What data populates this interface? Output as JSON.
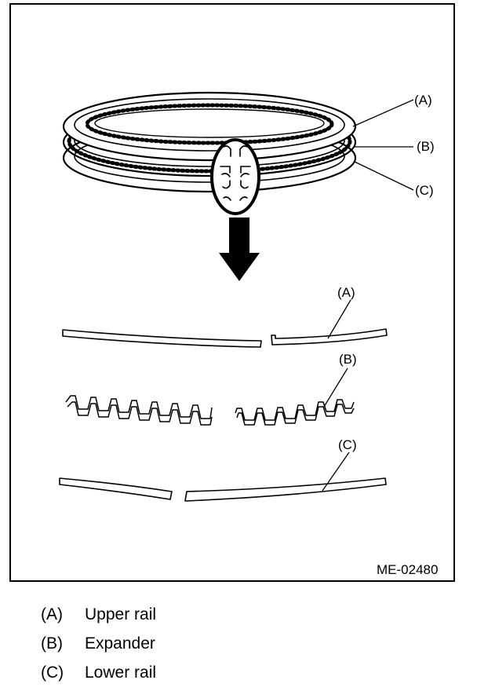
{
  "figure": {
    "code": "ME-02480",
    "callouts": {
      "upper": "(A)",
      "middle": "(B)",
      "lower": "(C)"
    }
  },
  "legend": [
    {
      "key": "(A)",
      "text": "Upper rail"
    },
    {
      "key": "(B)",
      "text": "Expander"
    },
    {
      "key": "(C)",
      "text": "Lower rail"
    }
  ],
  "colors": {
    "ink": "#000000",
    "paper": "#ffffff"
  }
}
